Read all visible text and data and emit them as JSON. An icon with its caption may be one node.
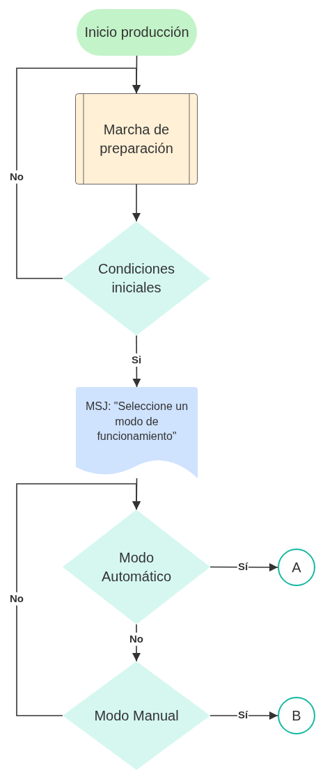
{
  "diagram": {
    "nodes": [
      {
        "text": [
          "Inicio producción"
        ]
      },
      {
        "text": [
          "Marcha de preparación"
        ]
      },
      {
        "text": [
          "Condiciones iniciales"
        ]
      },
      {
        "text": [
          "MSJ: \"Seleccione un modo de funcionamiento\""
        ]
      },
      {
        "text": [
          "Modo Automático"
        ]
      },
      {
        "text": [
          "Modo Manual"
        ]
      },
      {
        "text": [
          "A"
        ]
      },
      {
        "text": [
          "B"
        ]
      }
    ],
    "edges": [
      {
        "from": 0,
        "to": 1,
        "arrow": "to"
      },
      {
        "from": 1,
        "to": 2,
        "arrow": "to"
      },
      {
        "from": 2,
        "to": 1,
        "arrow": "to",
        "label": "No"
      },
      {
        "from": 2,
        "to": 3,
        "arrow": "to",
        "label": "Si"
      },
      {
        "from": 3,
        "to": 4,
        "arrow": "to"
      },
      {
        "from": 4,
        "to": 6,
        "arrow": "to",
        "label": "Sí"
      },
      {
        "from": 4,
        "to": 5,
        "arrow": "to",
        "label": "No"
      },
      {
        "from": 5,
        "to": 4,
        "arrow": "to",
        "label": "No"
      },
      {
        "from": 5,
        "to": 7,
        "arrow": "to",
        "label": "Sí"
      }
    ]
  }
}
